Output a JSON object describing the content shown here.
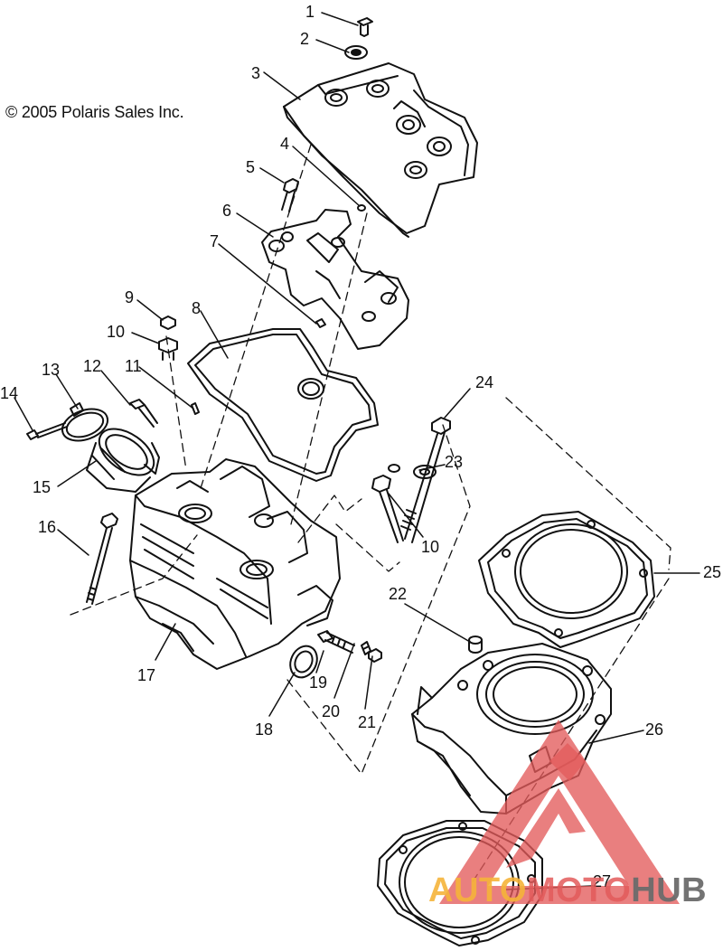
{
  "copyright": "© 2005 Polaris Sales Inc.",
  "callouts": [
    "1",
    "2",
    "3",
    "4",
    "5",
    "6",
    "7",
    "8",
    "9",
    "10",
    "11",
    "12",
    "13",
    "14",
    "15",
    "16",
    "17",
    "18",
    "19",
    "20",
    "21",
    "22",
    "23",
    "10",
    "24",
    "25",
    "26",
    "27"
  ],
  "watermark": {
    "part1": "AUTO",
    "part2": "MOTO",
    "part3": "HUB",
    "colors": {
      "orange": "#f6b43a",
      "red": "#e35b5b",
      "gray": "#6c6c6c"
    }
  }
}
